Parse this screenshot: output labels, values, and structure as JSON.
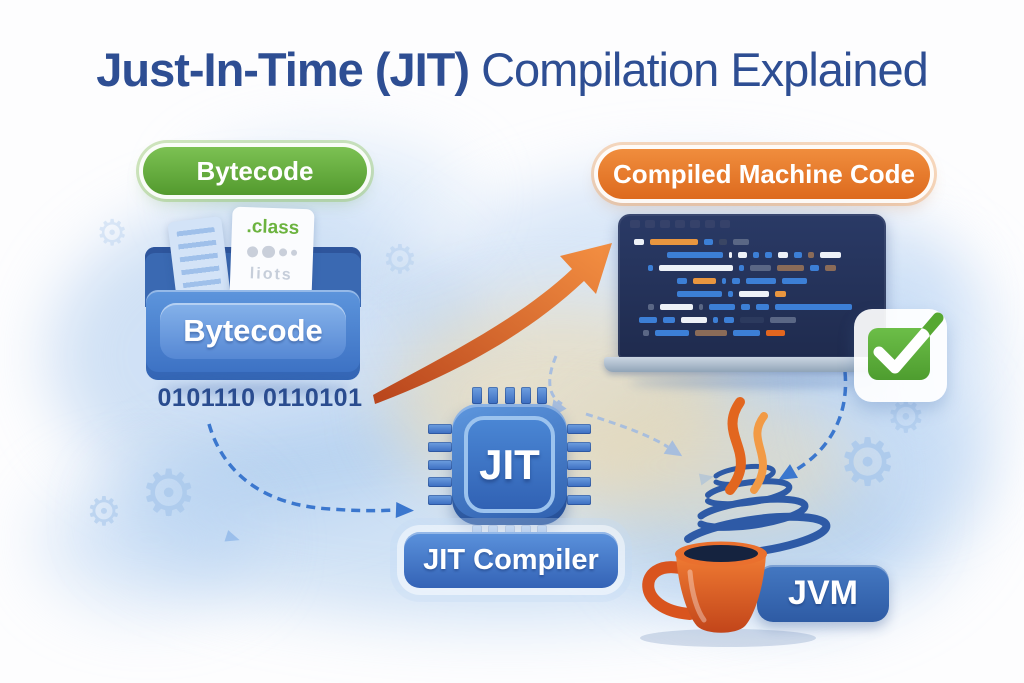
{
  "title": {
    "strong": "Just-In-Time (JIT)",
    "light": " Compilation Explained"
  },
  "badges": {
    "bytecode": "Bytecode",
    "machine_code": "Compiled Machine Code"
  },
  "folder": {
    "label": "Bytecode",
    "file_name": ".class",
    "file_subtext": "liots"
  },
  "binary_text": "0101110 0110101",
  "chip": {
    "label": "JIT",
    "caption": "JIT Compiler"
  },
  "jvm": {
    "label": "JVM"
  },
  "icons": {
    "gear": "⚙",
    "check": "check-icon",
    "java_cup": "java-cup-icon"
  },
  "palette": {
    "title_blue": "#2E4E93",
    "badge_green": "#62A93C",
    "badge_orange": "#E8762A",
    "folder_blue": "#4A84D4",
    "chip_blue": "#3D72C6",
    "compiler_badge_blue": "#4379C8",
    "laptop_screen_navy": "#253152",
    "machine_arrow_orange": "#E9711F",
    "check_green": "#5CAD3A",
    "jvm_badge_blue": "#3A6DB9",
    "cup_orange": "#E2561F",
    "java_swoosh_blue": "#2E5AA6",
    "dashed_arrow_blue": "#3B77CE",
    "binary_blue": "#2A4C8F"
  },
  "laptop": {
    "bar_colors": {
      "w": "#edf1f7",
      "b": "#3c7fd6",
      "l": "#6fa6e4",
      "o": "#e9963f",
      "O": "#e2661f",
      "g": "#5a6785",
      "d": "#3a4664",
      "n": "#8a6b58",
      "v": "#2c3a5e"
    },
    "code_rows": [
      {
        "indent": 16,
        "bars": [
          [
            10,
            "w"
          ],
          [
            48,
            "o"
          ],
          [
            9,
            "b"
          ],
          [
            8,
            "d"
          ],
          [
            16,
            "g"
          ]
        ]
      },
      {
        "indent": 49,
        "bars": [
          [
            56,
            "b"
          ],
          [
            3,
            "w"
          ],
          [
            9,
            "w"
          ],
          [
            6,
            "b"
          ],
          [
            7,
            "b"
          ],
          [
            10,
            "w"
          ],
          [
            8,
            "b"
          ],
          [
            6,
            "n"
          ],
          [
            21,
            "w"
          ]
        ]
      },
      {
        "indent": 30,
        "bars": [
          [
            5,
            "b"
          ],
          [
            74,
            "w"
          ],
          [
            5,
            "b"
          ],
          [
            21,
            "g"
          ],
          [
            27,
            "n"
          ],
          [
            9,
            "b"
          ],
          [
            11,
            "n"
          ]
        ]
      },
      {
        "indent": 59,
        "bars": [
          [
            10,
            "b"
          ],
          [
            23,
            "o"
          ],
          [
            4,
            "b"
          ],
          [
            8,
            "b"
          ],
          [
            30,
            "b"
          ],
          [
            25,
            "b"
          ]
        ]
      },
      {
        "indent": 59,
        "bars": [
          [
            45,
            "b"
          ],
          [
            5,
            "b"
          ],
          [
            30,
            "w"
          ],
          [
            11,
            "o"
          ]
        ]
      },
      {
        "indent": 30,
        "bars": [
          [
            6,
            "g"
          ],
          [
            33,
            "w"
          ],
          [
            4,
            "g"
          ],
          [
            26,
            "b"
          ],
          [
            9,
            "b"
          ],
          [
            13,
            "b"
          ],
          [
            77,
            "b"
          ]
        ]
      },
      {
        "indent": 21,
        "bars": [
          [
            18,
            "b"
          ],
          [
            12,
            "b"
          ],
          [
            26,
            "w"
          ],
          [
            5,
            "b"
          ],
          [
            10,
            "b"
          ],
          [
            24,
            "v"
          ],
          [
            26,
            "g"
          ]
        ]
      },
      {
        "indent": 25,
        "bars": [
          [
            6,
            "g"
          ],
          [
            34,
            "b"
          ],
          [
            32,
            "n"
          ],
          [
            27,
            "b"
          ],
          [
            19,
            "O"
          ]
        ]
      }
    ]
  }
}
